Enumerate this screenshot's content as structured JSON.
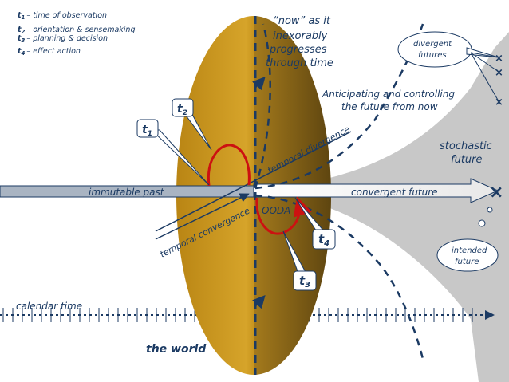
{
  "legend": {
    "items": [
      {
        "key": "t",
        "sub": "1",
        "desc": "– time of observation"
      },
      {
        "key": "t",
        "sub": "2",
        "desc": "– orientation & sensemaking"
      },
      {
        "key": "t",
        "sub": "3",
        "desc": "– planning & decision"
      },
      {
        "key": "t",
        "sub": "4",
        "desc": "– effect action"
      }
    ]
  },
  "now_label": [
    "“now” as it",
    "inexorably",
    "progresses",
    "through time"
  ],
  "anticipating_label": [
    "Anticipating and controlling",
    "the future from now"
  ],
  "divergent_label": [
    "divergent",
    "futures"
  ],
  "stochastic_label": [
    "stochastic",
    "future"
  ],
  "intended_label": [
    "intended",
    "future"
  ],
  "immutable_past": "immutable past",
  "convergent_future": "convergent future",
  "ooda": "OODA",
  "temporal_divergence": "temporal divergence",
  "temporal_convergence": "temporal convergence",
  "calendar_time": "calendar time",
  "the_world": "the world",
  "callouts": {
    "t1": {
      "key": "t",
      "sub": "1"
    },
    "t2": {
      "key": "t",
      "sub": "2"
    },
    "t3": {
      "key": "t",
      "sub": "3"
    },
    "t4": {
      "key": "t",
      "sub": "4"
    }
  },
  "colors": {
    "world_light": "#c8961e",
    "world_dark": "#7a5a14",
    "navy": "#1b3a63",
    "red": "#cc1111",
    "grey": "#c8c8c8",
    "past_bar": "#a9b4c2"
  }
}
